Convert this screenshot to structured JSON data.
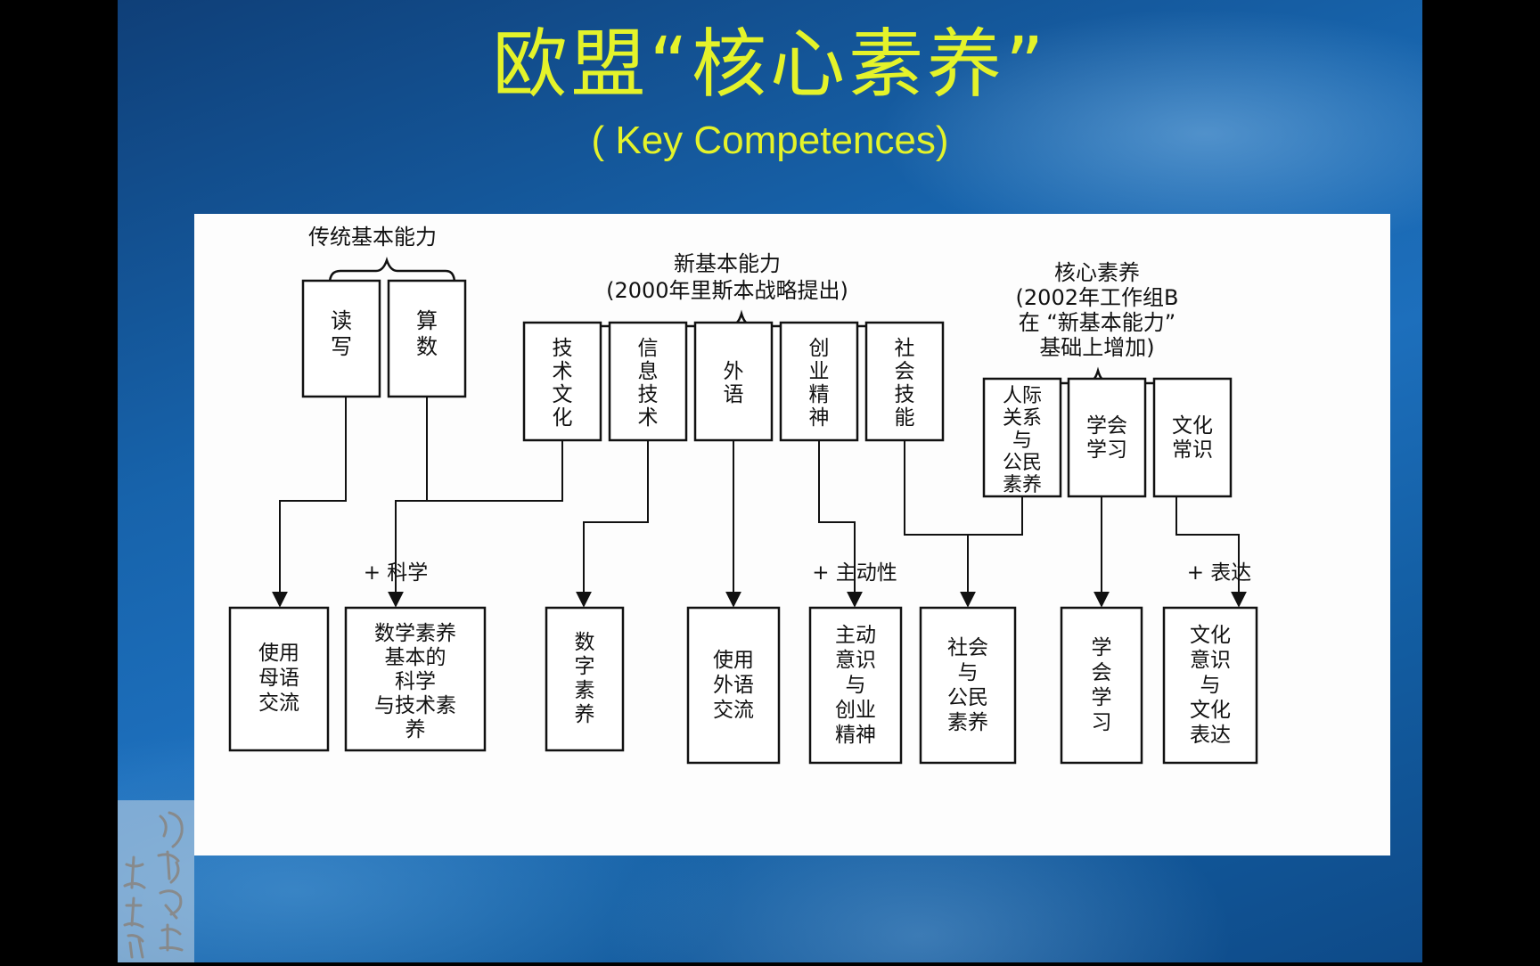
{
  "slide": {
    "title": "欧盟“核心素养”",
    "subtitle": "( Key Competences)"
  },
  "groups": {
    "traditional": {
      "label": "传统基本能力"
    },
    "new_basic": {
      "label_1": "新基本能力",
      "label_2": "(2000年里斯本战略提出)"
    },
    "key": {
      "label_1": "核心素养",
      "label_2": "(2002年工作组B",
      "label_3": "在 “新基本能力”",
      "label_4": "基础上增加)"
    }
  },
  "top_boxes": [
    {
      "id": "read-write",
      "lines": [
        "读",
        "写"
      ]
    },
    {
      "id": "arithmetic",
      "lines": [
        "算",
        "数"
      ]
    },
    {
      "id": "tech-culture",
      "lines": [
        "技",
        "术",
        "文",
        "化"
      ]
    },
    {
      "id": "info-tech",
      "lines": [
        "信",
        "息",
        "技",
        "术"
      ]
    },
    {
      "id": "foreign-language",
      "lines": [
        "外",
        "语"
      ]
    },
    {
      "id": "entrepreneurship",
      "lines": [
        "创",
        "业",
        "精",
        "神"
      ]
    },
    {
      "id": "social-skills",
      "lines": [
        "社",
        "会",
        "技",
        "能"
      ]
    },
    {
      "id": "interpersonal-civic",
      "lines": [
        "人际",
        "关系",
        "与",
        "公民",
        "素养"
      ]
    },
    {
      "id": "learning-to-learn",
      "lines": [
        "学会",
        "学习"
      ]
    },
    {
      "id": "cultural-knowledge",
      "lines": [
        "文化",
        "常识"
      ]
    }
  ],
  "annotations": {
    "plus_science": "+ 科学",
    "plus_initiative": "+ 主动性",
    "plus_expression": "+ 表达"
  },
  "bottom_boxes": [
    {
      "id": "mother-tongue",
      "lines": [
        "使用",
        "母语",
        "交流"
      ]
    },
    {
      "id": "math-science",
      "lines": [
        "数学素养",
        "基本的",
        "科学",
        "与技术素",
        "养"
      ]
    },
    {
      "id": "digital",
      "lines": [
        "数",
        "字",
        "素",
        "养"
      ]
    },
    {
      "id": "foreign-communication",
      "lines": [
        "使用",
        "外语",
        "交流"
      ]
    },
    {
      "id": "initiative-entrepreneurship",
      "lines": [
        "主动",
        "意识",
        "与",
        "创业",
        "精神"
      ]
    },
    {
      "id": "social-civic",
      "lines": [
        "社会",
        "与",
        "公民",
        "素养"
      ]
    },
    {
      "id": "learning",
      "lines": [
        "学",
        "会",
        "学",
        "习"
      ]
    },
    {
      "id": "cultural-expression",
      "lines": [
        "文化",
        "意识",
        "与",
        "文化",
        "表达"
      ]
    }
  ],
  "watermark": {
    "text": "河北教育出版社"
  }
}
